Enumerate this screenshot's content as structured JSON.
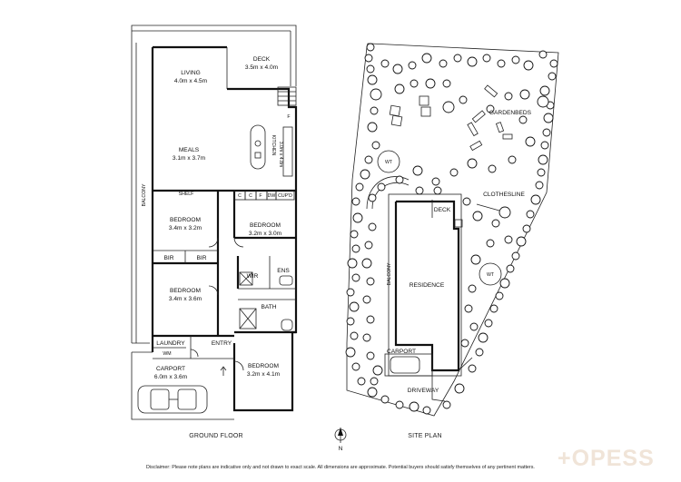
{
  "ground_floor": {
    "title": "GROUND FLOOR",
    "rooms": {
      "deck": {
        "name": "DECK",
        "size": "3.5m x 4.0m"
      },
      "living": {
        "name": "LIVING",
        "size": "4.0m x 4.5m"
      },
      "meals": {
        "name": "MEALS",
        "size": "3.1m x 3.7m"
      },
      "kitchen": {
        "name": "KITCHEN",
        "size": "3.0m x 4.8m"
      },
      "balcony": {
        "name": "BALCONY"
      },
      "bedroom1": {
        "name": "BEDROOM",
        "size": "3.4m x 3.2m"
      },
      "bedroom2": {
        "name": "BEDROOM",
        "size": "3.2m x 3.0m"
      },
      "bedroom3": {
        "name": "BEDROOM",
        "size": "3.4m x 3.6m"
      },
      "bedroom4": {
        "name": "BEDROOM",
        "size": "3.2m x 4.1m"
      },
      "laundry": {
        "name": "LAUNDRY"
      },
      "entry": {
        "name": "ENTRY"
      },
      "carport": {
        "name": "CARPORT",
        "size": "6.0m x 3.6m"
      },
      "bath": {
        "name": "BATH"
      },
      "ens": {
        "name": "ENS"
      },
      "wir": {
        "name": "WIR"
      },
      "wm": {
        "name": "WM"
      }
    },
    "fixtures": {
      "shelf": "SHELF",
      "bir1": "BIR",
      "bir2": "BIR",
      "f1": "F",
      "f2": "F",
      "c1": "C",
      "c2": "C",
      "cupd": "CUP'D",
      "dw": "DW"
    }
  },
  "site_plan": {
    "title": "SITE PLAN",
    "labels": {
      "gardenbeds": "GARDENBEDS",
      "clothesline": "CLOTHESLINE",
      "deck": "DECK",
      "balcony": "BALCONY",
      "residence": "RESIDENCE",
      "carport": "CARPORT",
      "driveway": "DRIVEWAY",
      "wt1": "WT",
      "wt2": "WT"
    }
  },
  "north": "N",
  "disclaimer": "Disclaimer: Please note plans are indicative only and not drawn to exact scale. All dimensions are approximate. Potential buyers should satisfy themselves of any pertinent matters.",
  "watermark": "+OPESS"
}
